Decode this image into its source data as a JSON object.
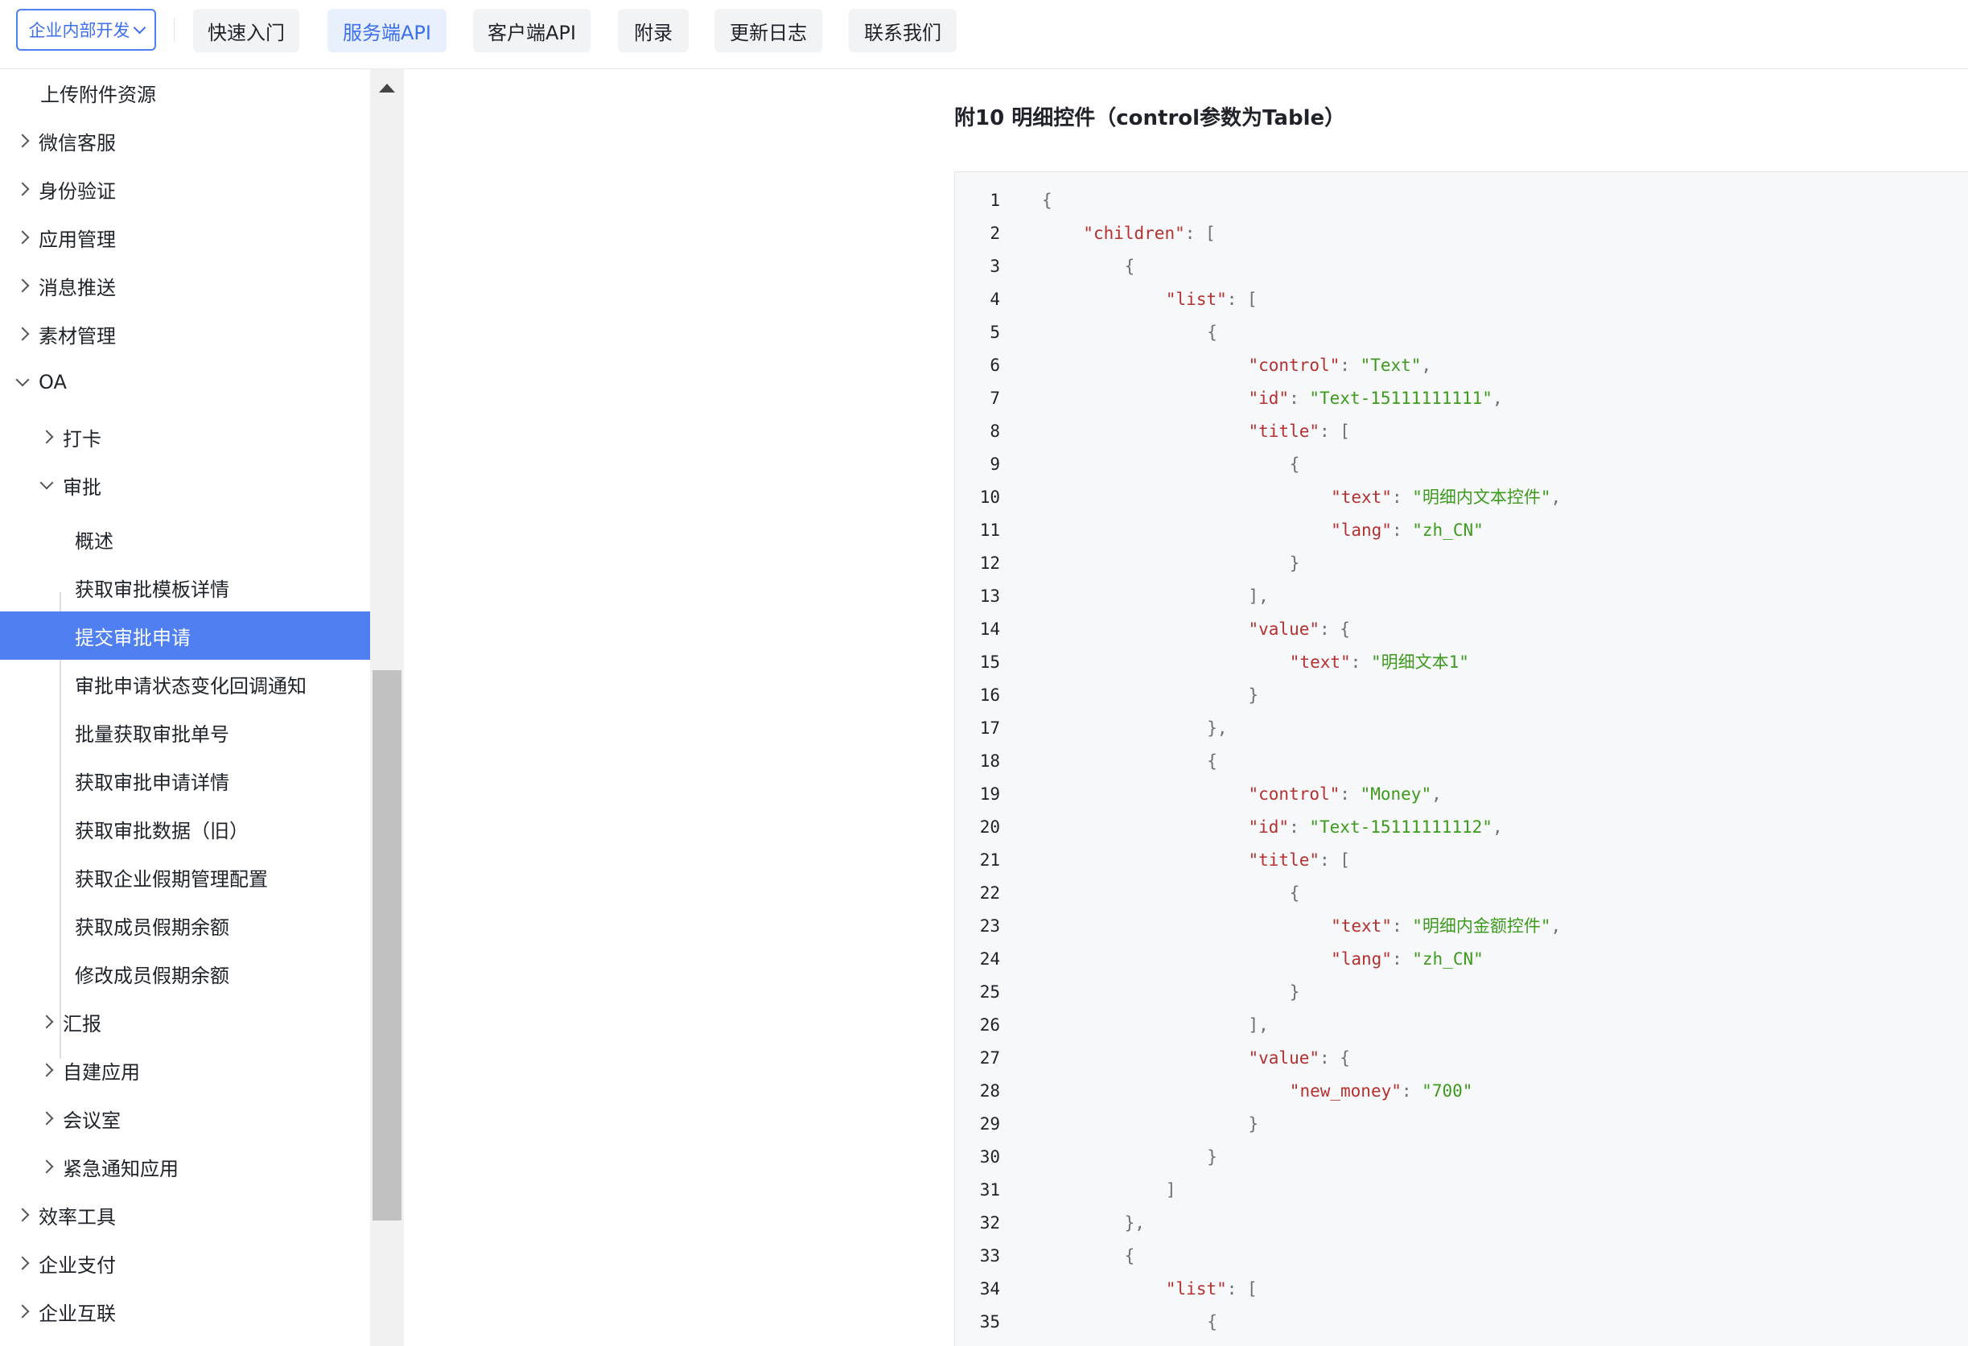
{
  "header": {
    "org_select": "企业内部开发",
    "tabs": [
      {
        "label": "快速入门"
      },
      {
        "label": "服务端API"
      },
      {
        "label": "客户端API"
      },
      {
        "label": "附录"
      },
      {
        "label": "更新日志"
      },
      {
        "label": "联系我们"
      }
    ],
    "active_tab": "服务端API"
  },
  "sidebar": {
    "items": [
      {
        "label": "上传附件资源",
        "level": 1,
        "caret": "none"
      },
      {
        "label": "微信客服",
        "level": 0,
        "caret": "right"
      },
      {
        "label": "身份验证",
        "level": 0,
        "caret": "right"
      },
      {
        "label": "应用管理",
        "level": 0,
        "caret": "right"
      },
      {
        "label": "消息推送",
        "level": 0,
        "caret": "right"
      },
      {
        "label": "素材管理",
        "level": 0,
        "caret": "right"
      },
      {
        "label": "OA",
        "level": 0,
        "caret": "down"
      },
      {
        "label": "打卡",
        "level": 1,
        "caret": "right"
      },
      {
        "label": "审批",
        "level": 1,
        "caret": "down"
      },
      {
        "label": "概述",
        "level": 2,
        "caret": "none"
      },
      {
        "label": "获取审批模板详情",
        "level": 2,
        "caret": "none"
      },
      {
        "label": "提交审批申请",
        "level": 2,
        "caret": "none",
        "selected": true
      },
      {
        "label": "审批申请状态变化回调通知",
        "level": 2,
        "caret": "none"
      },
      {
        "label": "批量获取审批单号",
        "level": 2,
        "caret": "none"
      },
      {
        "label": "获取审批申请详情",
        "level": 2,
        "caret": "none"
      },
      {
        "label": "获取审批数据（旧）",
        "level": 2,
        "caret": "none"
      },
      {
        "label": "获取企业假期管理配置",
        "level": 2,
        "caret": "none"
      },
      {
        "label": "获取成员假期余额",
        "level": 2,
        "caret": "none"
      },
      {
        "label": "修改成员假期余额",
        "level": 2,
        "caret": "none"
      },
      {
        "label": "汇报",
        "level": 1,
        "caret": "right"
      },
      {
        "label": "自建应用",
        "level": 1,
        "caret": "right"
      },
      {
        "label": "会议室",
        "level": 1,
        "caret": "right"
      },
      {
        "label": "紧急通知应用",
        "level": 1,
        "caret": "right"
      },
      {
        "label": "效率工具",
        "level": 0,
        "caret": "right"
      },
      {
        "label": "企业支付",
        "level": 0,
        "caret": "right"
      },
      {
        "label": "企业互联",
        "level": 0,
        "caret": "right"
      }
    ]
  },
  "content": {
    "heading": "附10 明细控件（control参数为Table）",
    "code_lines": [
      [
        {
          "t": "p",
          "v": "{"
        }
      ],
      [
        {
          "t": "k",
          "v": "\"children\""
        },
        {
          "t": "p",
          "v": ": ["
        }
      ],
      [
        {
          "t": "p",
          "v": "{"
        }
      ],
      [
        {
          "t": "k",
          "v": "\"list\""
        },
        {
          "t": "p",
          "v": ": ["
        }
      ],
      [
        {
          "t": "p",
          "v": "{"
        }
      ],
      [
        {
          "t": "k",
          "v": "\"control\""
        },
        {
          "t": "p",
          "v": ": "
        },
        {
          "t": "s",
          "v": "\"Text\""
        },
        {
          "t": "p",
          "v": ","
        }
      ],
      [
        {
          "t": "k",
          "v": "\"id\""
        },
        {
          "t": "p",
          "v": ": "
        },
        {
          "t": "s",
          "v": "\"Text-15111111111\""
        },
        {
          "t": "p",
          "v": ","
        }
      ],
      [
        {
          "t": "k",
          "v": "\"title\""
        },
        {
          "t": "p",
          "v": ": ["
        }
      ],
      [
        {
          "t": "p",
          "v": "{"
        }
      ],
      [
        {
          "t": "k",
          "v": "\"text\""
        },
        {
          "t": "p",
          "v": ": "
        },
        {
          "t": "s",
          "v": "\"明细内文本控件\""
        },
        {
          "t": "p",
          "v": ","
        }
      ],
      [
        {
          "t": "k",
          "v": "\"lang\""
        },
        {
          "t": "p",
          "v": ": "
        },
        {
          "t": "s",
          "v": "\"zh_CN\""
        }
      ],
      [
        {
          "t": "p",
          "v": "}"
        }
      ],
      [
        {
          "t": "p",
          "v": "],"
        }
      ],
      [
        {
          "t": "k",
          "v": "\"value\""
        },
        {
          "t": "p",
          "v": ": {"
        }
      ],
      [
        {
          "t": "k",
          "v": "\"text\""
        },
        {
          "t": "p",
          "v": ": "
        },
        {
          "t": "s",
          "v": "\"明细文本1\""
        }
      ],
      [
        {
          "t": "p",
          "v": "}"
        }
      ],
      [
        {
          "t": "p",
          "v": "},"
        }
      ],
      [
        {
          "t": "p",
          "v": "{"
        }
      ],
      [
        {
          "t": "k",
          "v": "\"control\""
        },
        {
          "t": "p",
          "v": ": "
        },
        {
          "t": "s",
          "v": "\"Money\""
        },
        {
          "t": "p",
          "v": ","
        }
      ],
      [
        {
          "t": "k",
          "v": "\"id\""
        },
        {
          "t": "p",
          "v": ": "
        },
        {
          "t": "s",
          "v": "\"Text-15111111112\""
        },
        {
          "t": "p",
          "v": ","
        }
      ],
      [
        {
          "t": "k",
          "v": "\"title\""
        },
        {
          "t": "p",
          "v": ": ["
        }
      ],
      [
        {
          "t": "p",
          "v": "{"
        }
      ],
      [
        {
          "t": "k",
          "v": "\"text\""
        },
        {
          "t": "p",
          "v": ": "
        },
        {
          "t": "s",
          "v": "\"明细内金额控件\""
        },
        {
          "t": "p",
          "v": ","
        }
      ],
      [
        {
          "t": "k",
          "v": "\"lang\""
        },
        {
          "t": "p",
          "v": ": "
        },
        {
          "t": "s",
          "v": "\"zh_CN\""
        }
      ],
      [
        {
          "t": "p",
          "v": "}"
        }
      ],
      [
        {
          "t": "p",
          "v": "],"
        }
      ],
      [
        {
          "t": "k",
          "v": "\"value\""
        },
        {
          "t": "p",
          "v": ": {"
        }
      ],
      [
        {
          "t": "k",
          "v": "\"new_money\""
        },
        {
          "t": "p",
          "v": ": "
        },
        {
          "t": "s",
          "v": "\"700\""
        }
      ],
      [
        {
          "t": "p",
          "v": "}"
        }
      ],
      [
        {
          "t": "p",
          "v": "}"
        }
      ],
      [
        {
          "t": "p",
          "v": "]"
        }
      ],
      [
        {
          "t": "p",
          "v": "},"
        }
      ],
      [
        {
          "t": "p",
          "v": "{"
        }
      ],
      [
        {
          "t": "k",
          "v": "\"list\""
        },
        {
          "t": "p",
          "v": ": ["
        }
      ],
      [
        {
          "t": "p",
          "v": "{"
        }
      ]
    ]
  },
  "colors": {
    "accent": "#4f7ff0",
    "json_key": "#b5302f",
    "json_string": "#3c9a1d"
  }
}
